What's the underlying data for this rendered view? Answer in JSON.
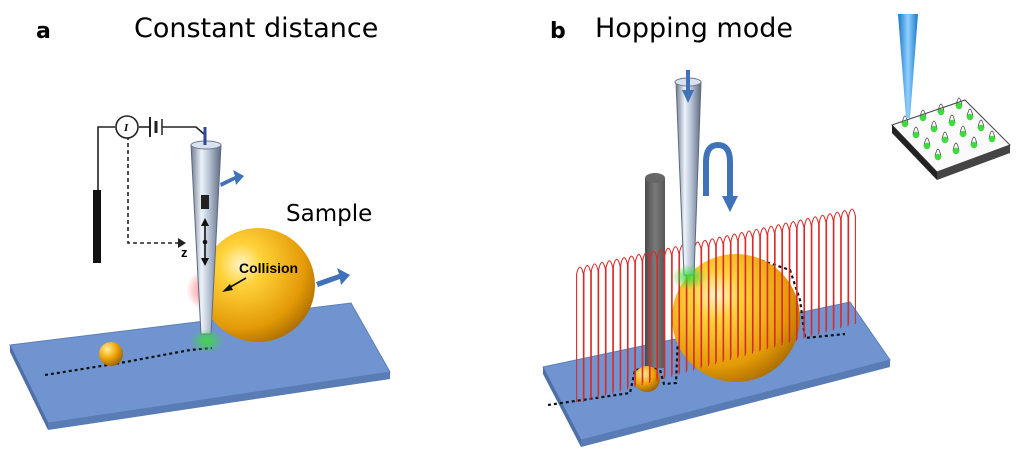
{
  "panel_a": {
    "letter": "a",
    "title": "Constant distance",
    "sample_label": "Sample",
    "collision_label": "Collision",
    "z_label": "z",
    "current_symbol": "I"
  },
  "panel_b": {
    "letter": "b",
    "title": "Hopping mode"
  },
  "colors": {
    "substrate": "#6f94cf",
    "sphere": "#f2b10f",
    "probe": "#b7c4d6",
    "arrow": "#3f72b8",
    "trace": "#d92b2b",
    "contact_glow": "#3cdc3c",
    "collision_glow": "#ff3030"
  },
  "icons": [
    "arrow-icon",
    "u-turn-arrow-icon",
    "battery-icon",
    "ammeter-icon"
  ]
}
